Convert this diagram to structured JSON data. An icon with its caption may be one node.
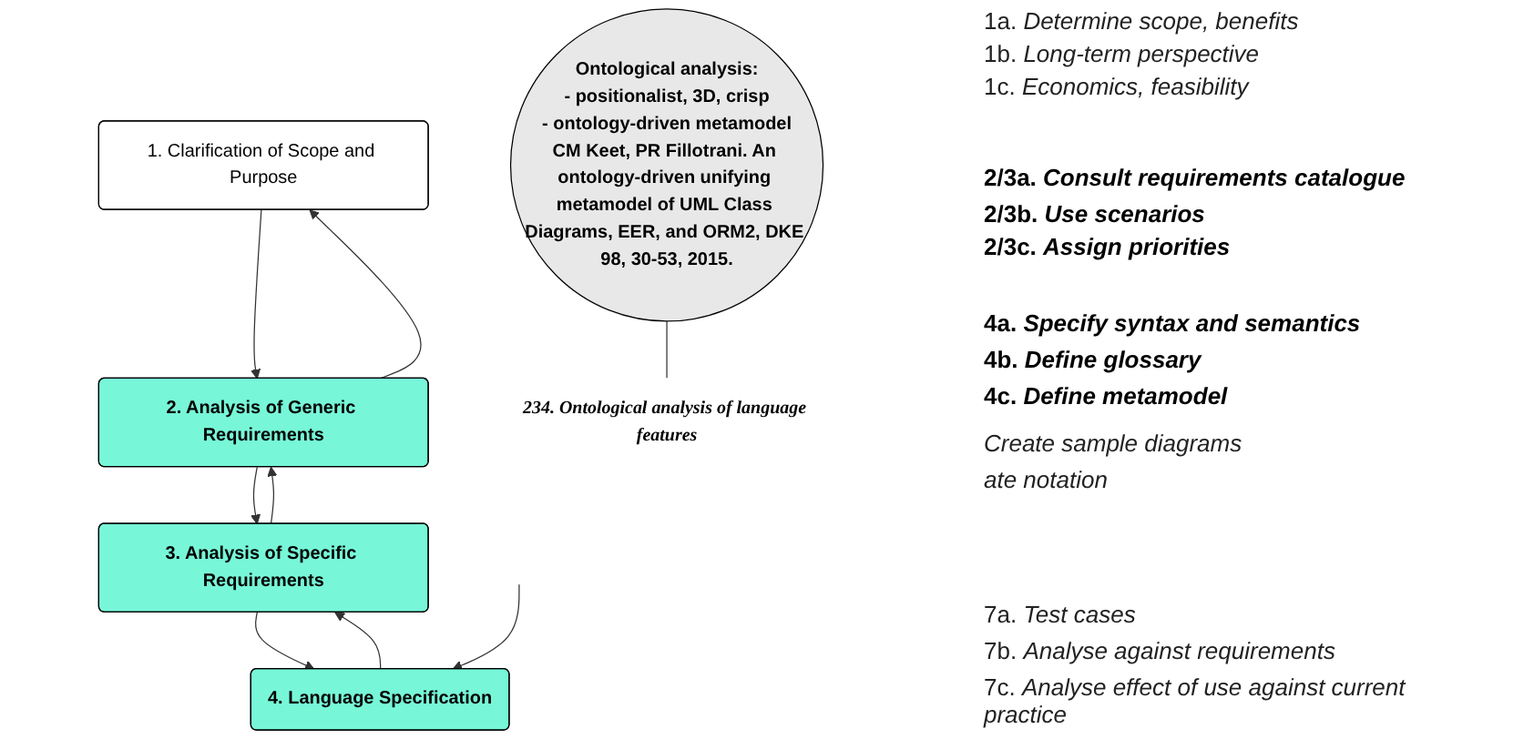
{
  "diagram": {
    "nodes": [
      {
        "text": [
          "1. Clarification of Scope and Purpose"
        ]
      },
      {
        "text": [
          "2. Analysis of Generic Requirements"
        ]
      },
      {
        "text": [
          "3. Analysis of Specific Requirements"
        ]
      },
      {
        "text": [
          "4. Language Specification"
        ]
      },
      {
        "text": [
          "234. Ontological analysis of language features"
        ]
      },
      {
        "text": [
          "Ontological analysis:",
          "- positionalist, 3D, crisp",
          "- ontology-driven metamodel",
          "CM Keet, PR Fillotrani. An ontology-driven unifying metamodel of UML Class Diagrams, EER, and ORM2, DKE 98, 30-53, 2015."
        ]
      }
    ],
    "edges": [
      {
        "from": 0,
        "to": 1,
        "arrow": "to"
      },
      {
        "from": 1,
        "to": 0,
        "arrow": "to"
      },
      {
        "from": 1,
        "to": 2,
        "arrow": "to"
      },
      {
        "from": 2,
        "to": 1,
        "arrow": "to"
      },
      {
        "from": 2,
        "to": 3,
        "arrow": "to"
      },
      {
        "from": 3,
        "to": 2,
        "arrow": "to"
      },
      {
        "from": null,
        "to": 3,
        "arrow": "to"
      },
      {
        "from": 5,
        "to": 4,
        "arrow": "none"
      }
    ],
    "labels": [
      "1a. *Determine scope, benefits*",
      "1b. *Long-term perspective*",
      "1c. *Economics, feasibility*",
      "2/3a. *Consult requirements catalogue*",
      "2/3b. *Use scenarios*",
      "2/3c. *Assign priorities*",
      "4a. *Specify syntax and semantics*",
      "4b. *Define glossary*",
      "4c. *Define metamodel*",
      "*Create sample diagrams*",
      "*ate notation*",
      "7a. *Test cases*",
      "7b. *Analyse against requirements*",
      "7c. *Analyse effect of use against current practice*"
    ]
  }
}
